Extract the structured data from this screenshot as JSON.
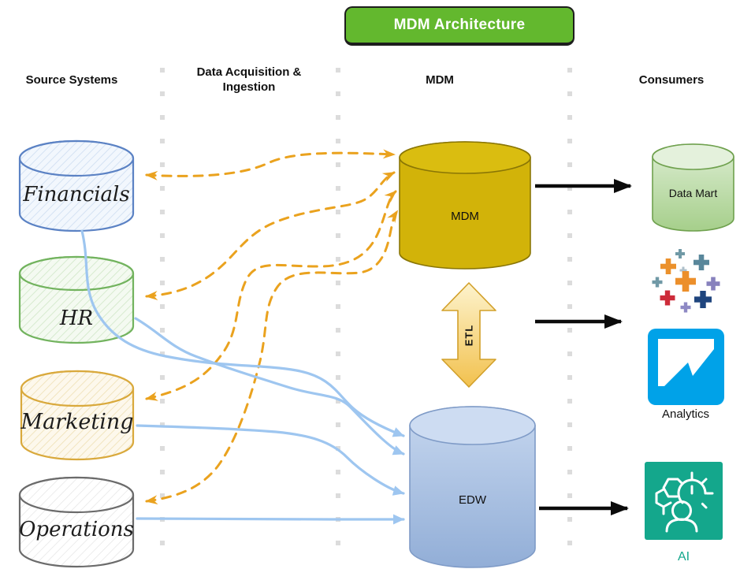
{
  "title": "MDM Architecture",
  "columns": {
    "source_systems": "Source Systems",
    "ingestion": "Data Acquisition & Ingestion",
    "mdm": "MDM",
    "consumers": "Consumers"
  },
  "sources": [
    {
      "label": "Financials",
      "color": "#5b82c4"
    },
    {
      "label": "HR",
      "color": "#72b35e"
    },
    {
      "label": "Marketing",
      "color": "#d9a93c"
    },
    {
      "label": "Operations",
      "color": "#6b6b6b"
    }
  ],
  "hub": {
    "mdm_label": "MDM",
    "edw_label": "EDW",
    "etl_label": "ETL"
  },
  "consumer_items": {
    "data_mart": "Data Mart",
    "analytics": "Analytics",
    "ai": "AI"
  },
  "icons": {
    "tableau": "tableau-logo-icon",
    "analytics": "analytics-chart-icon",
    "ai": "ai-person-gear-icon"
  },
  "colors": {
    "title_green": "#63b82e",
    "mdm_gold": "#d2b309",
    "edw_blue": "#aac2e4",
    "data_mart_green": "#b9dba2",
    "etl_gold": "#f2c14e",
    "dashed_arrow": "#eaa21e",
    "solid_arrow_blue": "#9ec6f0",
    "black_arrow": "#0b0b0b",
    "analytics_icon_blue": "#00a2e8",
    "ai_icon_teal": "#14a78c"
  }
}
